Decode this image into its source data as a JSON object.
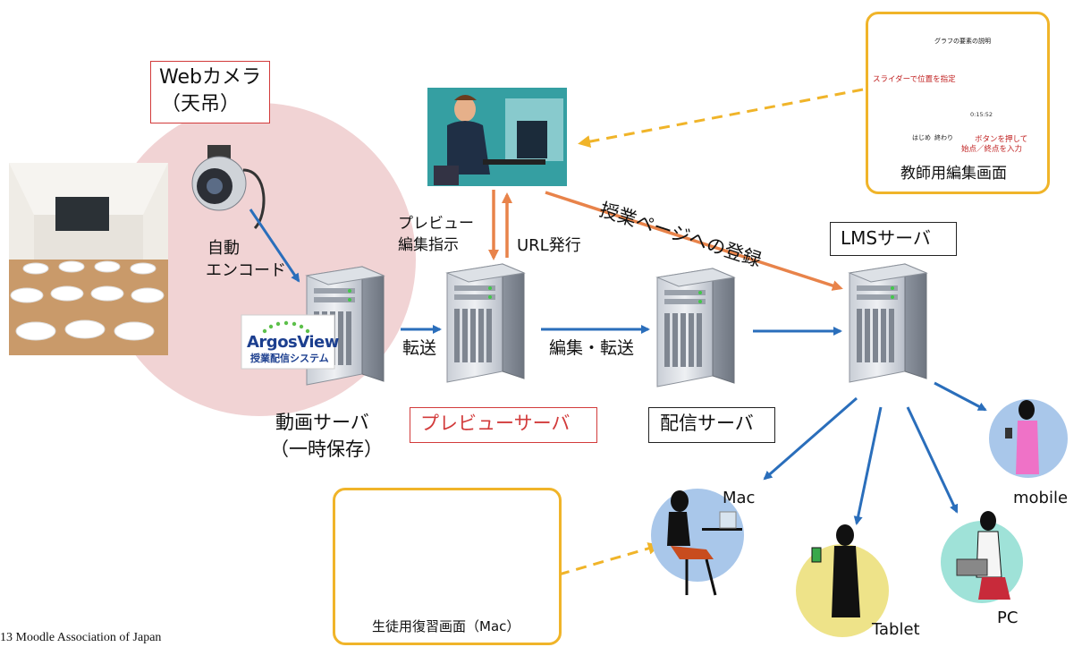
{
  "webcam": {
    "line1": "Webカメラ",
    "line2": "（天吊）"
  },
  "auto_encode": {
    "line1": "自動",
    "line2": "エンコード"
  },
  "logo": {
    "brand": "ArgosView",
    "sub": "授業配信システム"
  },
  "transfer": "転送",
  "video_server": {
    "line1": "動画サーバ",
    "line2": "（一時保存）"
  },
  "preview_server": "プレビューサーバ",
  "preview_instruction": {
    "line1": "プレビュー",
    "line2": "編集指示"
  },
  "url_issue": "URL発行",
  "edit_transfer": "編集・転送",
  "delivery_server": "配信サーバ",
  "register": "授業ページへの登録",
  "lms_server": "LMSサーバ",
  "teacher_screen": {
    "caption": "教師用編集画面",
    "slide_title": "グラフの要素の説明",
    "note_slider": "スライダーで位置を指定",
    "note_button_line1": "ボタンを押して",
    "note_button_line2": "始点／終点を入力",
    "time": "0:15:52",
    "start_label": "はじめ",
    "end_label": "終わり"
  },
  "student_screen": {
    "caption": "生徒用復習画面（Mac）"
  },
  "devices": {
    "mac": "Mac",
    "tablet": "Tablet",
    "pc": "PC",
    "mobile": "mobile"
  },
  "footer": "13 Moodle Association of Japan",
  "colors": {
    "blue_arrow": "#2a6ebb",
    "orange_arrow": "#e8834a",
    "yellow_dashed": "#f0b429",
    "pink_circle": "#f1d3d4",
    "red_box": "#d23b3b"
  }
}
